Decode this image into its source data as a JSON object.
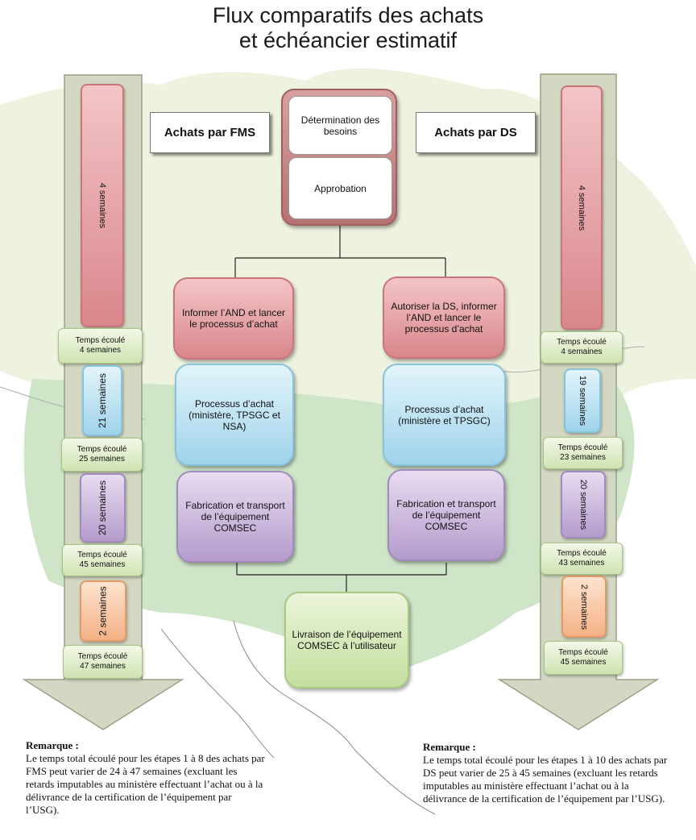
{
  "title": {
    "line1": "Flux comparatifs des achats",
    "line2": "et échéancier estimatif"
  },
  "labels": {
    "fms": "Achats par FMS",
    "ds": "Achats par DS"
  },
  "center_top": {
    "determination": "Détermination des besoins",
    "approbation": "Approbation"
  },
  "left_flow": {
    "step1": "Informer l’AND et lancer le processus d’achat",
    "step2": "Processus d’achat (ministère, TPSGC et NSA)",
    "step3": "Fabrication et transport de l’équipement COMSEC"
  },
  "right_flow": {
    "step1": "Autoriser la DS, informer l’AND et lancer le processus d’achat",
    "step2": "Processus d’achat (ministère et TPSGC)",
    "step3": "Fabrication et transport de l’équipement COMSEC"
  },
  "delivery": "Livraison de l’équipement COMSEC à l’utilisateur",
  "left_timeline": {
    "seg1": "4 semaines",
    "tag1": {
      "line1": "Temps écoulé",
      "line2": "4 semaines"
    },
    "seg2": "21 semaines",
    "tag2": {
      "line1": "Temps écoulé",
      "line2": "25 semaines"
    },
    "seg3": "20 semaines",
    "tag3": {
      "line1": "Temps écoulé",
      "line2": "45 semaines"
    },
    "seg4": "2 semaines",
    "tag4": {
      "line1": "Temps écoulé",
      "line2": "47 semaines"
    }
  },
  "right_timeline": {
    "seg1": "4 semaines",
    "tag1": {
      "line1": "Temps écoulé",
      "line2": "4 semaines"
    },
    "seg2": "19 semaines",
    "tag2": {
      "line1": "Temps écoulé",
      "line2": "23 semaines"
    },
    "seg3": "20 semaines",
    "tag3": {
      "line1": "Temps écoulé",
      "line2": "43 semaines"
    },
    "seg4": "2 semaines",
    "tag4": {
      "line1": "Temps écoulé",
      "line2": "45 semaines"
    }
  },
  "notes": {
    "left": {
      "heading": "Remarque :",
      "text": "Le temps total écoulé pour les étapes 1 à 8 des achats par FMS peut varier de 24 à 47 semaines (excluant les retards imputables au ministère effectuant l’achat ou à la délivrance de la certification de l’équipement par l’USG)."
    },
    "right": {
      "heading": "Remarque :",
      "text": "Le temps total écoulé pour les étapes 1 à 10 des achats par DS peut varier de 25 à 45 semaines (excluant les retards imputables au ministère effectuant l’achat ou à la délivrance de la certification de l’équipement par l’USG)."
    }
  },
  "colors": {
    "map_canada": "#eef3df",
    "map_usa": "#cfe5c8",
    "arrow_fill": "#d2d8c1",
    "pink": "#d9868b",
    "blue": "#9fd3ea",
    "purple": "#b49bcc",
    "green": "#c5df9f",
    "orange": "#f3b185"
  }
}
